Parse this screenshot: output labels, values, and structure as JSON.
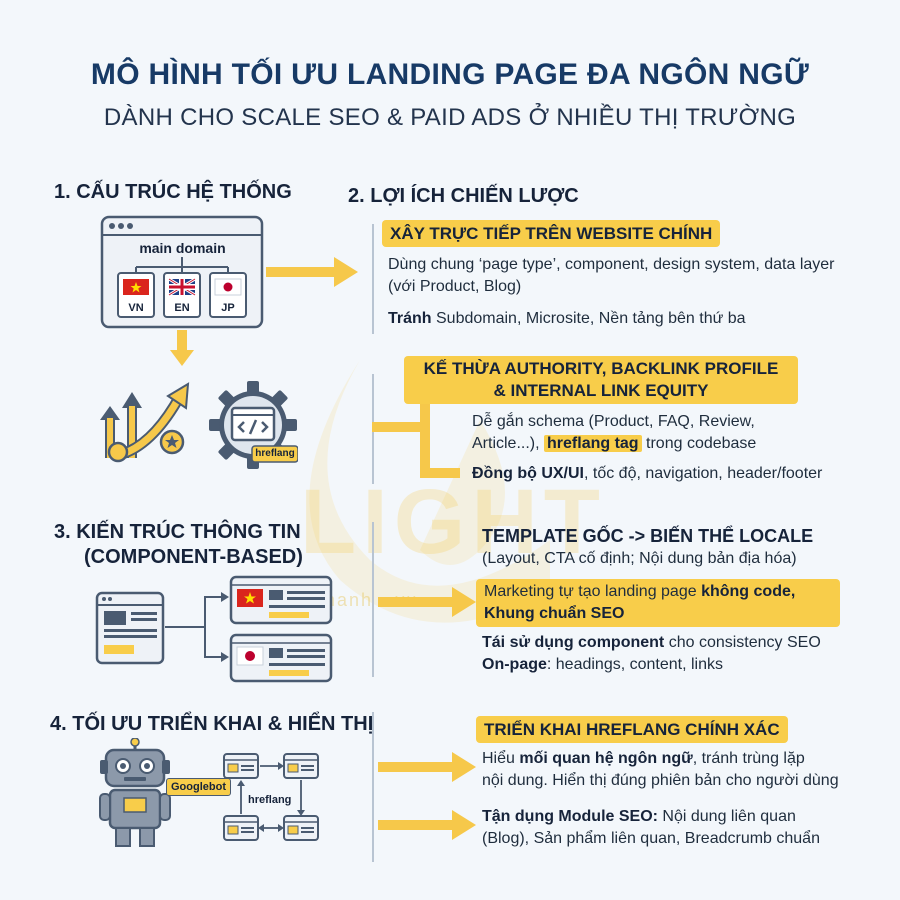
{
  "title": "MÔ HÌNH TỐI ƯU LANDING PAGE ĐA NGÔN NGỮ",
  "subtitle": "DÀNH CHO SCALE SEO & PAID ADS Ở NHIỀU THỊ TRƯỜNG",
  "watermark": {
    "brand": "LIGHT",
    "tagline": "thanh • vu"
  },
  "section1": {
    "heading": "1. CẤU TRÚC HỆ THỐNG",
    "main_domain": "main domain",
    "flags": [
      "VN",
      "EN",
      "JP"
    ],
    "hreflang_badge": "hreflang"
  },
  "section2": {
    "heading": "2. LỢI ÍCH CHIẾN LƯỢC",
    "block1": {
      "pill": "XÂY TRỰC TIẾP TRÊN WEBSITE CHÍNH",
      "text": "Dùng chung ‘page type’, component, design system, data layer (với Product, Blog)",
      "avoid_label": "Tránh",
      "avoid_text": " Subdomain, Microsite, Nền tảng bên thứ ba"
    },
    "block2": {
      "pill_line1": "KẾ THỪA AUTHORITY, BACKLINK PROFILE",
      "pill_line2": "& INTERNAL LINK EQUITY",
      "text_a": "Dễ gắn schema (Product, FAQ, Review,",
      "text_b": "Article...), ",
      "text_hl": "hreflang tag",
      "text_c": " trong codebase",
      "sync_label": "Đồng bộ UX/UI",
      "sync_text": ", tốc độ, navigation, header/footer"
    }
  },
  "section3": {
    "heading_line1": "3. KIẾN TRÚC THÔNG TIN",
    "heading_line2": "(COMPONENT-BASED)",
    "title": "TEMPLATE GỐC -> BIẾN THỂ LOCALE",
    "subtitle": "(Layout, CTA cố định; Nội dung bản địa hóa)",
    "pill_text1": "Marketing tự tạo landing page ",
    "pill_bold1": "không code,",
    "pill_bold2": "Khung chuẩn SEO",
    "reuse_bold": "Tái sử dụng component",
    "reuse_text": " cho consistency SEO",
    "onpage_bold": "On-page",
    "onpage_text": ": headings, content, links"
  },
  "section4": {
    "heading": "4. TỐI ƯU TRIỂN KHAI & HIỂN THỊ",
    "googlebot": "Googlebot",
    "hreflang": "hreflang",
    "pill": "TRIỂN KHAI HREFLANG CHÍNH XÁC",
    "text1_a": "Hiểu ",
    "text1_bold": "mối quan hệ ngôn ngữ",
    "text1_b": ", tránh trùng lặp",
    "text1_line2": "nội dung. Hiển thị đúng phiên bản cho người dùng",
    "text2_bold": "Tận dụng Module SEO:",
    "text2_a": " Nội dung liên quan",
    "text2_line2": "(Blog), Sản phẩm liên quan, Breadcrumb chuẩn"
  },
  "colors": {
    "navy": "#173a66",
    "gold": "#f8cd4a",
    "arrow": "#f6c84a",
    "line": "#b8c4d2",
    "window": "#eef2f7",
    "window_border": "#4a5b71",
    "red_flag": "#da251d"
  }
}
